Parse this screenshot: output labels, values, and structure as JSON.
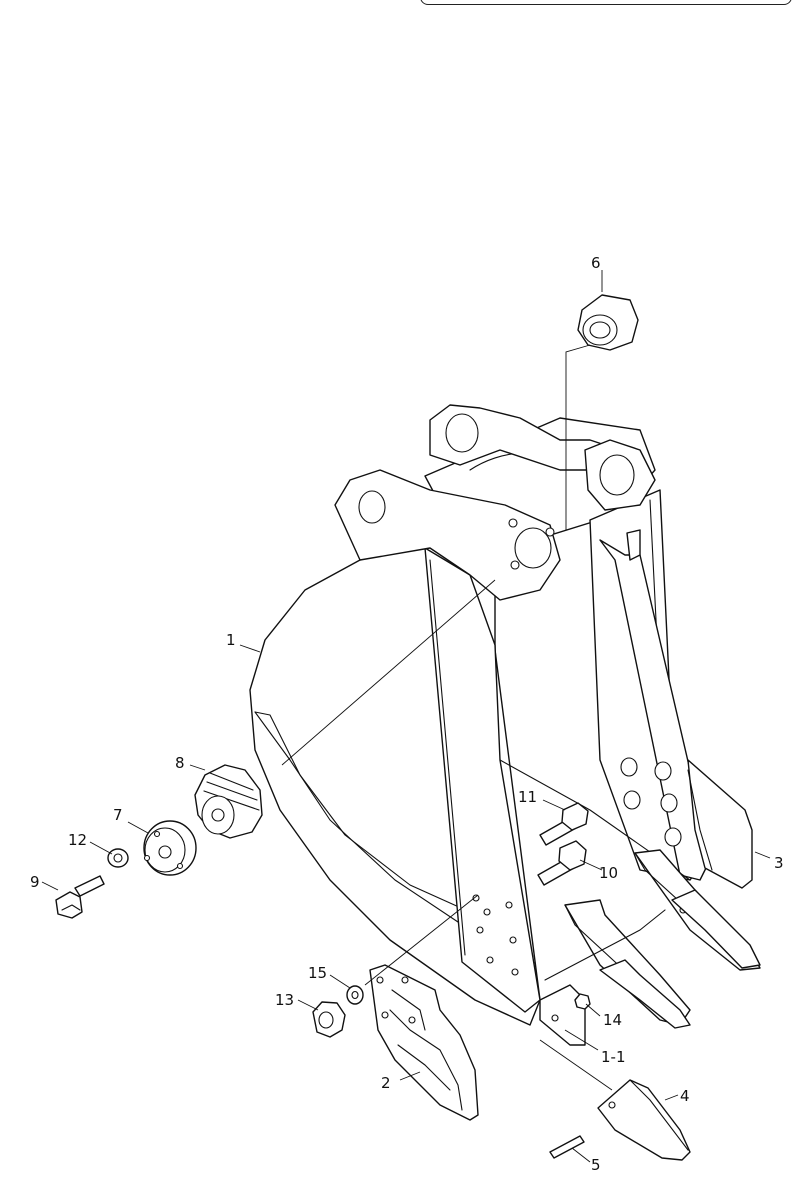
{
  "diagram": {
    "callouts": [
      {
        "id": "part-1",
        "label": "1"
      },
      {
        "id": "part-1-1",
        "label": "1-1"
      },
      {
        "id": "part-2",
        "label": "2"
      },
      {
        "id": "part-3",
        "label": "3"
      },
      {
        "id": "part-4",
        "label": "4"
      },
      {
        "id": "part-5",
        "label": "5"
      },
      {
        "id": "part-6",
        "label": "6"
      },
      {
        "id": "part-7",
        "label": "7"
      },
      {
        "id": "part-8",
        "label": "8"
      },
      {
        "id": "part-9",
        "label": "9"
      },
      {
        "id": "part-10",
        "label": "10"
      },
      {
        "id": "part-11",
        "label": "11"
      },
      {
        "id": "part-12",
        "label": "12"
      },
      {
        "id": "part-13",
        "label": "13"
      },
      {
        "id": "part-14",
        "label": "14"
      },
      {
        "id": "part-15",
        "label": "15"
      }
    ]
  }
}
